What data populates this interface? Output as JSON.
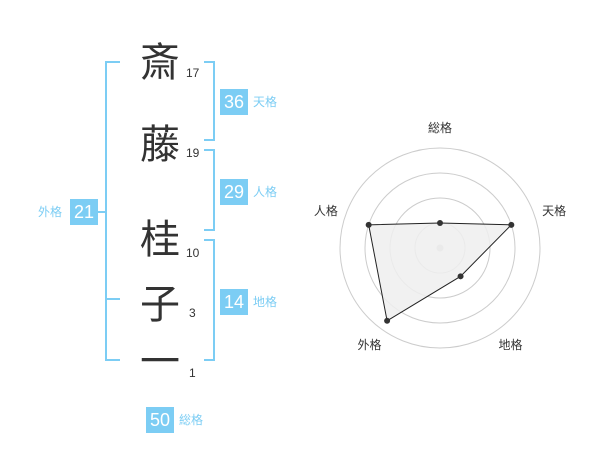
{
  "chars": [
    {
      "char": "斎",
      "strokes": "17"
    },
    {
      "char": "藤",
      "strokes": "19"
    },
    {
      "char": "桂",
      "strokes": "10"
    },
    {
      "char": "子",
      "strokes": "3"
    },
    {
      "char": "一",
      "strokes": "1"
    }
  ],
  "scores": {
    "tenkaku": {
      "value": "36",
      "label": "天格"
    },
    "jinkaku": {
      "value": "29",
      "label": "人格"
    },
    "chikaku": {
      "value": "14",
      "label": "地格"
    },
    "gaikaku": {
      "value": "21",
      "label": "外格"
    },
    "soukaku": {
      "value": "50",
      "label": "総格"
    }
  },
  "colors": {
    "accent": "#7ccdf4",
    "text": "#333333",
    "ring": "#cccccc",
    "fill": "#efefef"
  },
  "chart_data": {
    "type": "radar",
    "axes": [
      "総格",
      "天格",
      "地格",
      "外格",
      "人格"
    ],
    "values": [
      0.25,
      0.75,
      0.35,
      0.9,
      0.75
    ],
    "range": [
      0,
      1
    ],
    "rings": 4
  }
}
